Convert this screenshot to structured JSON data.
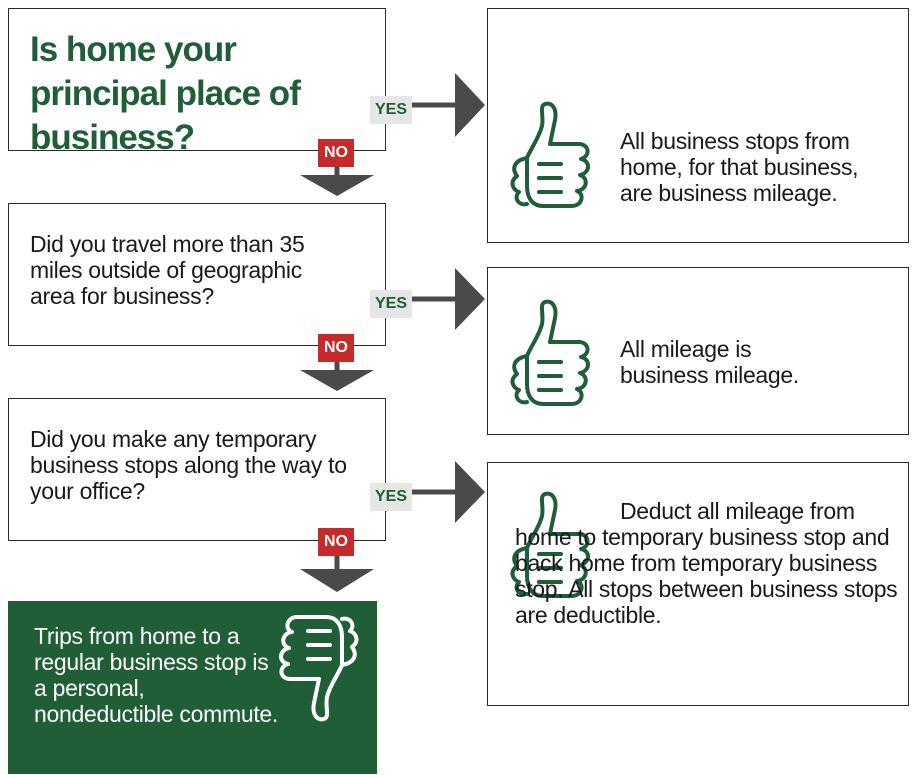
{
  "colors": {
    "brand_green": "#1f5e36",
    "title_green": "#1f5e36",
    "no_red": "#c72a2a",
    "yes_bg": "#e6e6e6",
    "connector": "#4a4a4a"
  },
  "questions": [
    {
      "text": "Is home your principal place of business?"
    },
    {
      "text": "Did you travel more than 35 miles outside of geographic area for business?"
    },
    {
      "text": "Did you make any temporary business stops along the way to your office?"
    }
  ],
  "labels": {
    "yes": "YES",
    "no": "NO"
  },
  "answers": [
    {
      "icon": "thumbs-up-icon",
      "text": "All business stops from home, for that business, are business mileage."
    },
    {
      "icon": "thumbs-up-icon",
      "text": "All mileage is business mileage."
    },
    {
      "icon": "thumbs-up-icon",
      "text": "Deduct all mileage from home to temporary business stop and back home from temporary business stop. All stops between business stops are deductible."
    }
  ],
  "final": {
    "icon": "thumbs-down-icon",
    "text": "Trips from home to a regular business stop is a personal, nondeductible commute."
  }
}
